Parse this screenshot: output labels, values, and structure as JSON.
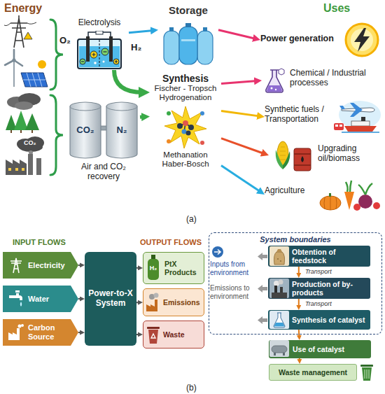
{
  "diagram": {
    "nodes": [
      {
        "text": [
          "Electrolysis"
        ]
      },
      {
        "text": [
          "Storage"
        ]
      },
      {
        "text": [
          "Power generation"
        ]
      },
      {
        "text": [
          "Synthesis",
          "Fischer - Tropsch",
          "Hydrogenation",
          "Methanation",
          "Haber-Bosch"
        ]
      },
      {
        "text": [
          "Chemical / Industrial processes"
        ]
      },
      {
        "text": [
          "Synthetic fuels / Transportation"
        ]
      },
      {
        "text": [
          "Upgrading oil/biomass"
        ]
      },
      {
        "text": [
          "Air and CO₂ recovery"
        ]
      },
      {
        "text": [
          "CO₂"
        ],
        "in": 7
      },
      {
        "text": [
          "N₂"
        ],
        "in": 7
      },
      {
        "text": [
          "Agriculture"
        ]
      },
      {
        "text": [
          "Electricity"
        ]
      },
      {
        "text": [
          "Water"
        ]
      },
      {
        "text": [
          "Carbon Source"
        ]
      },
      {
        "text": [
          "Power-to-X System"
        ]
      },
      {
        "text": [
          "H₂",
          "PtX Products"
        ]
      },
      {
        "text": [
          "Emissions"
        ]
      },
      {
        "text": [
          "Waste"
        ]
      },
      {
        "text": [
          "System boundaries"
        ]
      },
      {
        "text": [
          "Obtention of feedstock"
        ],
        "in": 18
      },
      {
        "text": [
          "Production of by-products"
        ],
        "in": 18
      },
      {
        "text": [
          "Synthesis of catalyst"
        ],
        "in": 18
      },
      {
        "text": [
          "Use of catalyst"
        ]
      },
      {
        "text": [
          "Waste management"
        ]
      }
    ],
    "edges": [
      {
        "from": 0,
        "to": 1,
        "arrow": "to"
      },
      {
        "from": 0,
        "to": 3,
        "arrow": "to"
      },
      {
        "from": 7,
        "to": 3,
        "arrow": "to"
      },
      {
        "from": 1,
        "to": 2,
        "arrow": "to"
      },
      {
        "from": 3,
        "to": 4,
        "arrow": "to"
      },
      {
        "from": 3,
        "to": 5,
        "arrow": "to"
      },
      {
        "from": 3,
        "to": 6,
        "arrow": "to"
      },
      {
        "from": 3,
        "to": 10,
        "arrow": "to"
      },
      {
        "from": 11,
        "to": 14,
        "arrow": "to"
      },
      {
        "from": 12,
        "to": 14,
        "arrow": "to"
      },
      {
        "from": 13,
        "to": 14,
        "arrow": "to"
      },
      {
        "from": 14,
        "to": 15,
        "arrow": "to"
      },
      {
        "from": 14,
        "to": 16,
        "arrow": "to"
      },
      {
        "from": 14,
        "to": 17,
        "arrow": "to"
      },
      {
        "from": 19,
        "to": 20,
        "label": "Transport",
        "arrow": "to"
      },
      {
        "from": 20,
        "to": 21,
        "label": "Transport",
        "arrow": "to"
      },
      {
        "from": 21,
        "to": 22,
        "arrow": "to"
      },
      {
        "from": 22,
        "to": 23,
        "arrow": "to"
      }
    ],
    "labels": [
      "Energy",
      "O₂",
      "H₂",
      "Uses",
      "CO₂",
      "(a)",
      "INPUT FLOWS",
      "OUTPUT FLOWS",
      "Inputs from environment",
      "Emissions to environment",
      "(b)"
    ]
  }
}
